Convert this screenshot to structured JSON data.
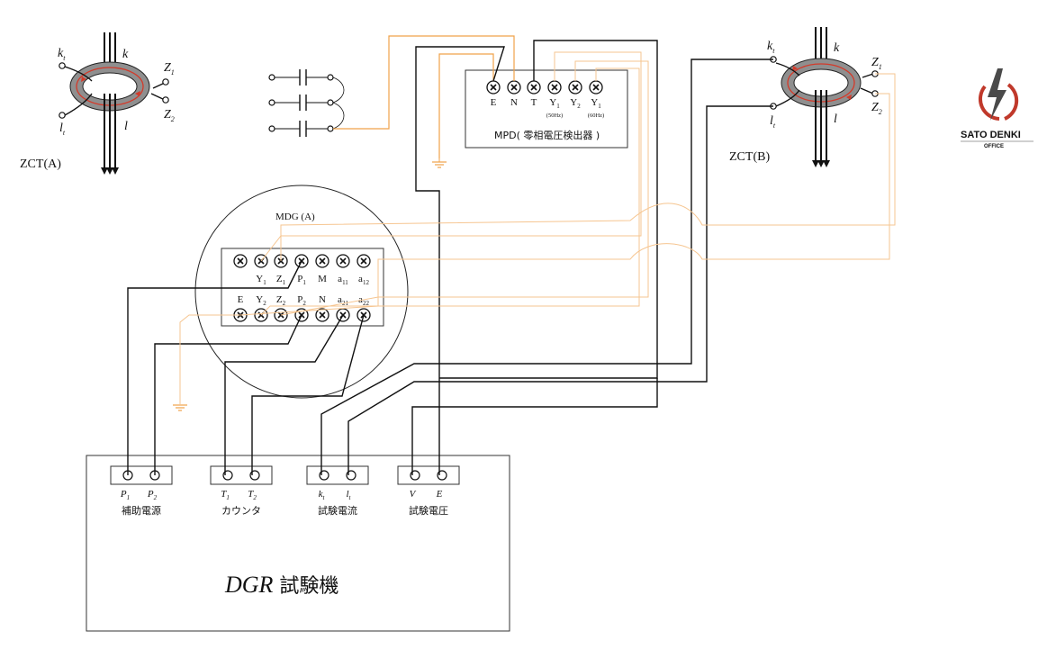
{
  "zct_a": {
    "title": "ZCT(A)",
    "k": "k",
    "kt": "k",
    "kt_sub": "t",
    "lt": "l",
    "lt_sub": "t",
    "l": "l",
    "z1": "Z",
    "z1_sub": "1",
    "z2": "Z",
    "z2_sub": "2"
  },
  "zct_b": {
    "title": "ZCT(B)",
    "k": "k",
    "kt": "k",
    "kt_sub": "t",
    "lt": "l",
    "lt_sub": "t",
    "l": "l",
    "z1": "Z",
    "z1_sub": "1",
    "z2": "Z",
    "z2_sub": "2"
  },
  "mpd": {
    "title": "MPD( 零相電圧検出器 )",
    "terminals": [
      "E",
      "N",
      "T",
      "Y",
      "Y",
      "Y"
    ],
    "terminal_subs": [
      "",
      "",
      "",
      "1",
      "2",
      "1"
    ],
    "notes": [
      "",
      "",
      "",
      "(50Hz)",
      "",
      "(60Hz)"
    ]
  },
  "mdg": {
    "title": "MDG (A)",
    "top_labels": [
      "",
      "Y",
      "Z",
      "P",
      "M",
      "a",
      "a"
    ],
    "top_subs": [
      "",
      "1",
      "1",
      "1",
      "",
      "11",
      "12"
    ],
    "bottom_labels": [
      "E",
      "Y",
      "Z",
      "P",
      "N",
      "a",
      "a"
    ],
    "bottom_subs": [
      "",
      "2",
      "2",
      "2",
      "",
      "21",
      "22"
    ]
  },
  "tester": {
    "title_italic": "DGR",
    "title_rest": " 試験機",
    "groups": [
      {
        "name": "補助電源",
        "t1": "P",
        "t1_sub": "1",
        "t2": "P",
        "t2_sub": "2"
      },
      {
        "name": "カウンタ",
        "t1": "T",
        "t1_sub": "1",
        "t2": "T",
        "t2_sub": "2"
      },
      {
        "name": "試験電流",
        "t1": "k",
        "t1_sub": "t",
        "t2": "l",
        "t2_sub": "t"
      },
      {
        "name": "試験電圧",
        "t1": "V",
        "t1_sub": "",
        "t2": "E",
        "t2_sub": ""
      }
    ]
  },
  "logo": {
    "line1": "SATO DENKI",
    "line2": "OFFICE",
    "accent": "#c0392b",
    "bolt": "#4a4a4a"
  },
  "colors": {
    "wire": "#111111",
    "test_wire": "#f0a24a",
    "faint_wire": "#f6c590",
    "ring_outer": "#8f8f8f",
    "ring_arrow": "#d33a2a"
  }
}
